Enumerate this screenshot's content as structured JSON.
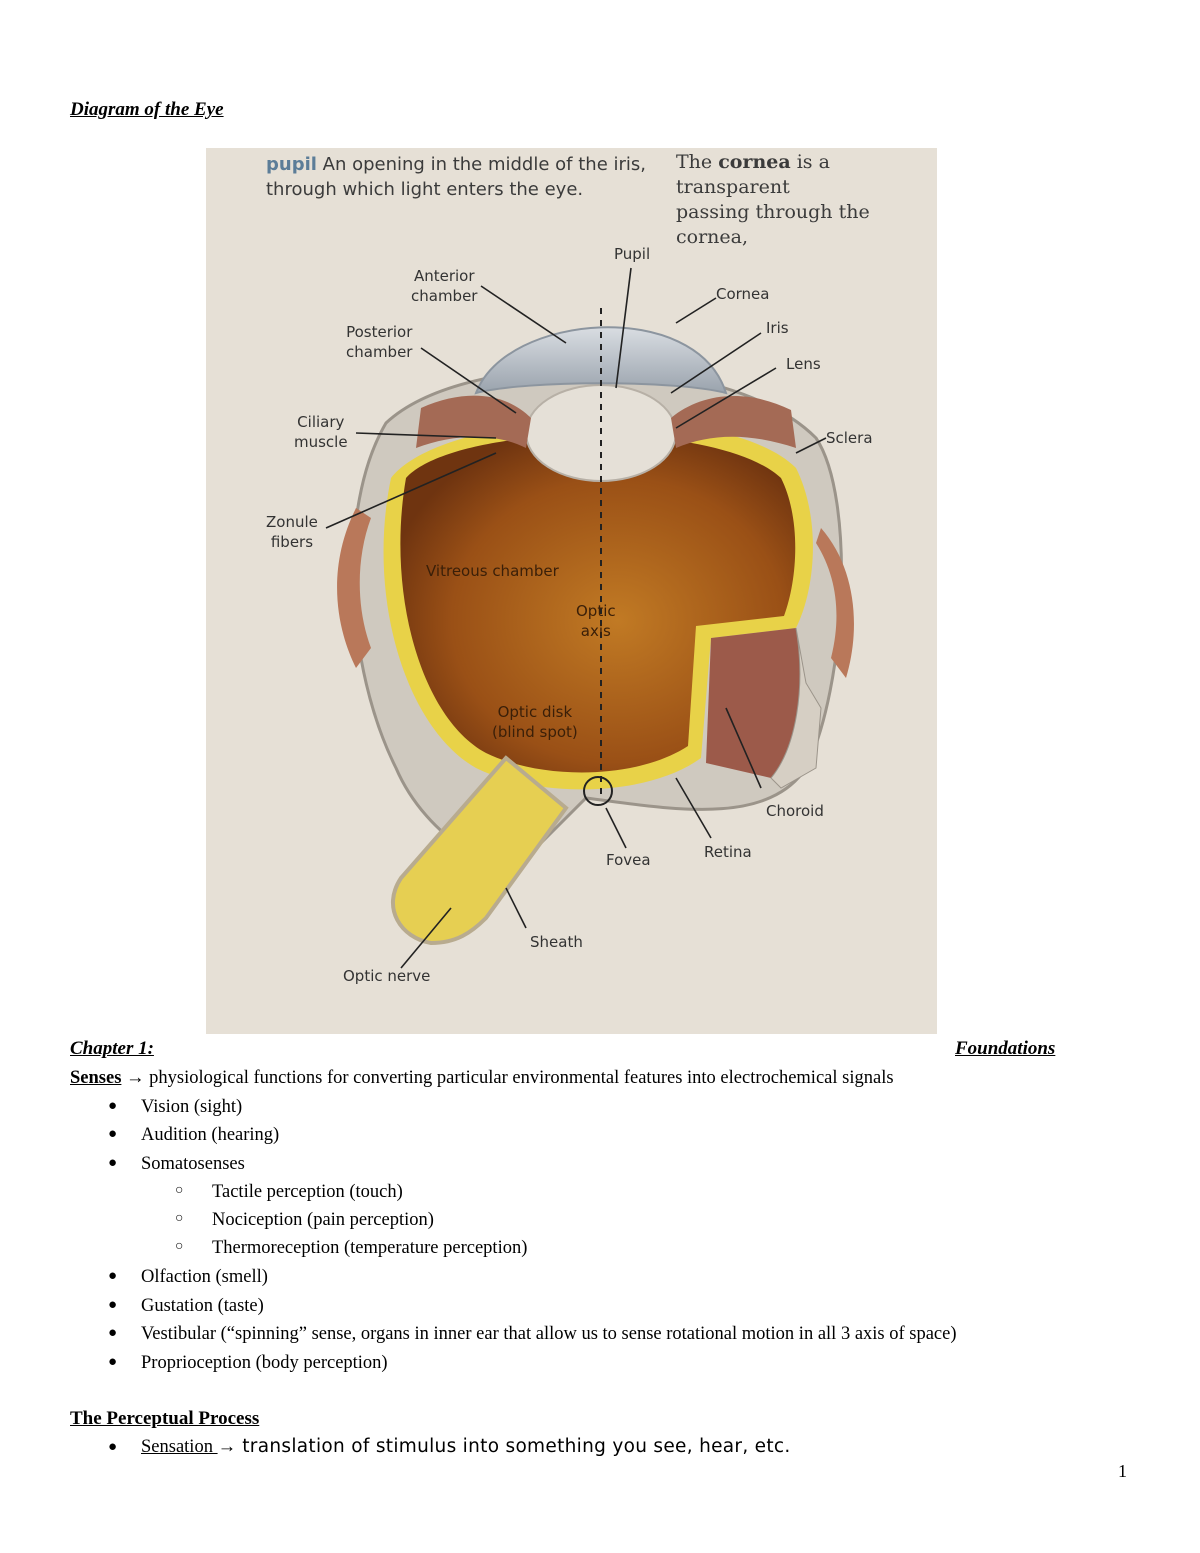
{
  "diagram_title": "Diagram of the Eye",
  "photo": {
    "caption_left_term": "pupil",
    "caption_left_line1_rest": " An opening in the middle of the iris,",
    "caption_left_line2": "through which light enters the eye.",
    "caption_right_line1_prefix": "The ",
    "caption_right_line1_term": "cornea",
    "caption_right_line1_rest": " is a transparent",
    "caption_right_line2": "passing through the cornea,",
    "labels": {
      "pupil": "Pupil",
      "anterior_chamber_1": "Anterior",
      "anterior_chamber_2": "chamber",
      "cornea": "Cornea",
      "posterior_chamber_1": "Posterior",
      "posterior_chamber_2": "chamber",
      "iris": "Iris",
      "lens": "Lens",
      "ciliary_muscle_1": "Ciliary",
      "ciliary_muscle_2": "muscle",
      "sclera": "Sclera",
      "zonule_fibers_1": "Zonule",
      "zonule_fibers_2": "fibers",
      "vitreous_chamber": "Vitreous chamber",
      "optic_axis_1": "Optic",
      "optic_axis_2": "axis",
      "optic_disk_1": "Optic disk",
      "optic_disk_2": "(blind spot)",
      "choroid": "Choroid",
      "retina": "Retina",
      "fovea": "Fovea",
      "sheath": "Sheath",
      "optic_nerve": "Optic nerve"
    }
  },
  "chapter": {
    "left": "Chapter 1:",
    "right": "Foundations"
  },
  "senses": {
    "term": "Senses",
    "arrow": "→",
    "definition": " physiological functions for converting particular environmental features into electrochemical signals",
    "items": [
      "Vision (sight)",
      "Audition (hearing)",
      "Somatosenses",
      "Olfaction (smell)",
      "Gustation (taste)",
      "Vestibular (“spinning” sense, organs in inner ear that allow us to sense rotational motion in all 3 axis of space)",
      "Proprioception (body perception)"
    ],
    "somatosenses_subitems": [
      "Tactile perception (touch)",
      "Nociception (pain perception)",
      "Thermoreception (temperature perception)"
    ]
  },
  "perceptual_process": {
    "heading": "The Perceptual Process",
    "sensation_term": "Sensation ",
    "sensation_arrow": "→",
    "sensation_def": " translation of stimulus into something you see, hear, etc."
  },
  "page_number": "1",
  "colors": {
    "photo_paper": "#e6e0d6",
    "eye_interior": "#8a4714",
    "retina_yellow": "#e8d248",
    "caption_term": "#5c7d98"
  }
}
